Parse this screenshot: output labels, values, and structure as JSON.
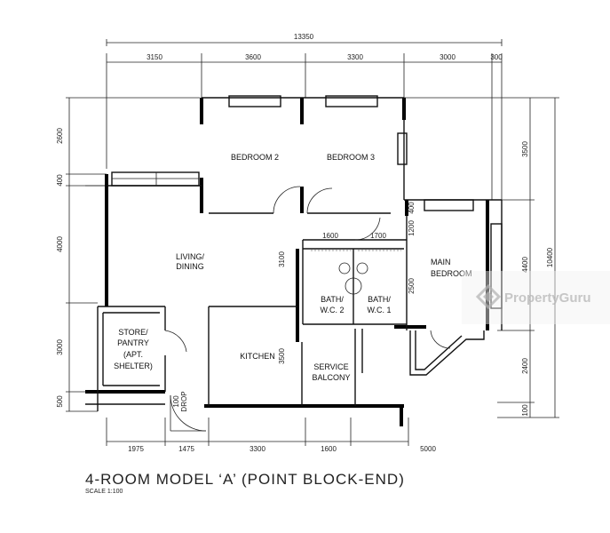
{
  "dimensions": {
    "top_total": "13350",
    "top": [
      "3150",
      "3600",
      "3300",
      "3000",
      "300"
    ],
    "left": [
      "2600",
      "400",
      "4000",
      "3000",
      "500"
    ],
    "right_inner": [
      "3500",
      "4400",
      "2400",
      "100"
    ],
    "right_total": "10400",
    "bottom": [
      "1975",
      "1475",
      "3300",
      "1600",
      "5000"
    ],
    "interior": {
      "bath_width_1": "1600",
      "bath_width_2": "1700",
      "living_depth": "3100",
      "bath_depth": "2500",
      "kitchen_depth": "3500",
      "pillar_1": "1200",
      "pillar_2": "400",
      "drop": "100",
      "drop_label": "DROP"
    }
  },
  "rooms": {
    "bedroom2": "BEDROOM 2",
    "bedroom3": "BEDROOM 3",
    "living_1": "LIVING/",
    "living_2": "DINING",
    "main_bedroom_1": "MAIN",
    "main_bedroom_2": "BEDROOM",
    "bath2_1": "BATH/",
    "bath2_2": "W.C. 2",
    "bath1_1": "BATH/",
    "bath1_2": "W.C. 1",
    "store_1": "STORE/",
    "store_2": "PANTRY",
    "store_3": "(APT.",
    "store_4": "SHELTER)",
    "kitchen": "KITCHEN",
    "service_1": "SERVICE",
    "service_2": "BALCONY"
  },
  "title": "4-ROOM MODEL ‘A’ (POINT BLOCK-END)",
  "scale": "SCALE  1:100",
  "watermark": "PropertyGuru",
  "colors": {
    "ink": "#111111",
    "watermark": "#bdbdbd"
  }
}
